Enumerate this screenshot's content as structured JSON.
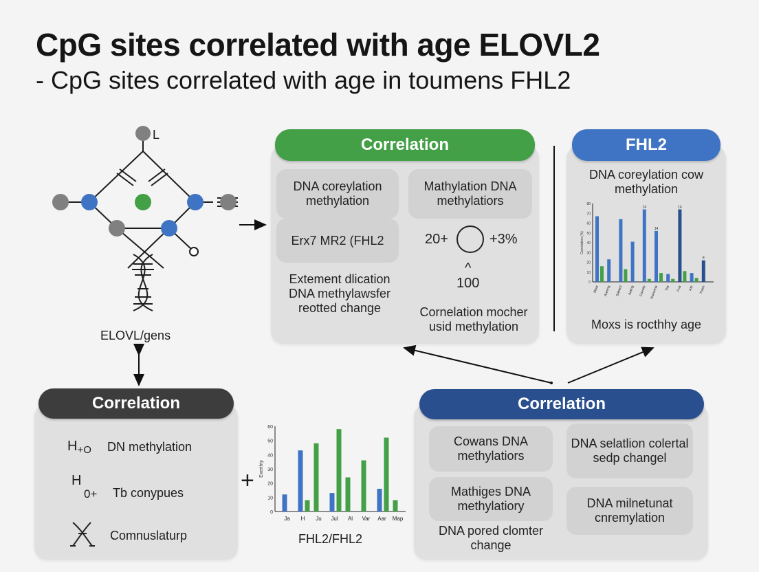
{
  "title": "CpG sites correlated with age ELOVL2",
  "subtitle": "- CpG sites correlated with age  in toumens FHL2",
  "colors": {
    "green": "#43a047",
    "blue": "#3f74c4",
    "dark": "#3d3d3d",
    "navy": "#2a4f8f",
    "panel": "#e0e0e0",
    "card": "#d2d2d2"
  },
  "molecule": {
    "top_label": "L",
    "caption": "ELOVL/gens"
  },
  "center_panel": {
    "header": "Correlation",
    "card1": "DNA coreylation methylation",
    "card2": "Mathylation DNA methylatiors",
    "card3": "Erx7 MR2 (FHL2",
    "left_note": "Extement dlication DNA methylawsfer reotted change",
    "stat_left": "20+",
    "stat_right": "+3%",
    "caret": "^",
    "stat_below": "100",
    "right_note": "Cornelation mocher usid methylation"
  },
  "right_panel": {
    "header": "FHL2",
    "caption_top": "DNA coreylation cow methylation",
    "caption_bottom": "Moxs is rocthhy age"
  },
  "bottom_left_panel": {
    "header": "Correlation",
    "items": [
      {
        "icon_name": "water-icon",
        "symbol_top": "H",
        "symbol_sub": "+O",
        "label": "DN methylation"
      },
      {
        "icon_name": "hydrogen-icon",
        "symbol_top": "H",
        "symbol_sub": "0+",
        "label": "Tb conypues"
      },
      {
        "icon_name": "helix-icon",
        "label": "Comnuslaturp"
      }
    ]
  },
  "plus_sign": "+",
  "chart_data": [
    {
      "type": "bar",
      "title": "",
      "xlabel": "",
      "ylabel": "Exerthty",
      "ylim": [
        0,
        60
      ],
      "yticks": [
        "0",
        "10",
        "20",
        "30",
        "40",
        "50",
        "60"
      ],
      "categories": [
        "Ja",
        "H",
        "Ju",
        "Jul",
        "Al",
        "Var",
        "Aar",
        "Map"
      ],
      "series": [
        {
          "color": "#3f74c4",
          "values": [
            12,
            0,
            0,
            13,
            0,
            0,
            16,
            0
          ]
        },
        {
          "color": "#3f74c4",
          "values": [
            0,
            43,
            0,
            0,
            0,
            0,
            0,
            0
          ]
        },
        {
          "color": "#43a047",
          "values": [
            0,
            8,
            0,
            0,
            0,
            0,
            0,
            8
          ]
        },
        {
          "color": "#43a047",
          "values": [
            0,
            0,
            48,
            58,
            24,
            36,
            52,
            0
          ]
        }
      ],
      "caption": "FHL2/FHL2"
    },
    {
      "type": "bar",
      "title": "",
      "xlabel": "",
      "ylabel": "Correlation (%)",
      "ylim": [
        0,
        80
      ],
      "yticks": [
        "0",
        "10",
        "20",
        "30",
        "40",
        "50",
        "60",
        "70",
        "80"
      ],
      "categories": [
        "Most",
        "Awning",
        "Saberd",
        "Aeting",
        "Corrole",
        "Nomema",
        "Tiat",
        "Frat",
        "Ate",
        "Hase"
      ],
      "blue_values": [
        67,
        23,
        64,
        41,
        74,
        52,
        8,
        74,
        9,
        22
      ],
      "green_values": [
        16,
        0,
        13,
        0,
        3,
        9,
        3,
        11,
        4,
        0
      ],
      "bar_labels": [
        {
          "index": 4,
          "text": "14"
        },
        {
          "index": 5,
          "text": "14"
        },
        {
          "index": 7,
          "text": "14"
        },
        {
          "index": 9,
          "text": "8"
        }
      ]
    }
  ],
  "bottom_right_panel": {
    "header": "Correlation",
    "card1": "Cowans DNA methylatiors",
    "card2": "DNA selatlion colertal sedp changel",
    "card3": "Mathiges DNA methylatiory",
    "card4": "DNA milnetunat cnremylation",
    "note": "DNA pored clomter change"
  }
}
